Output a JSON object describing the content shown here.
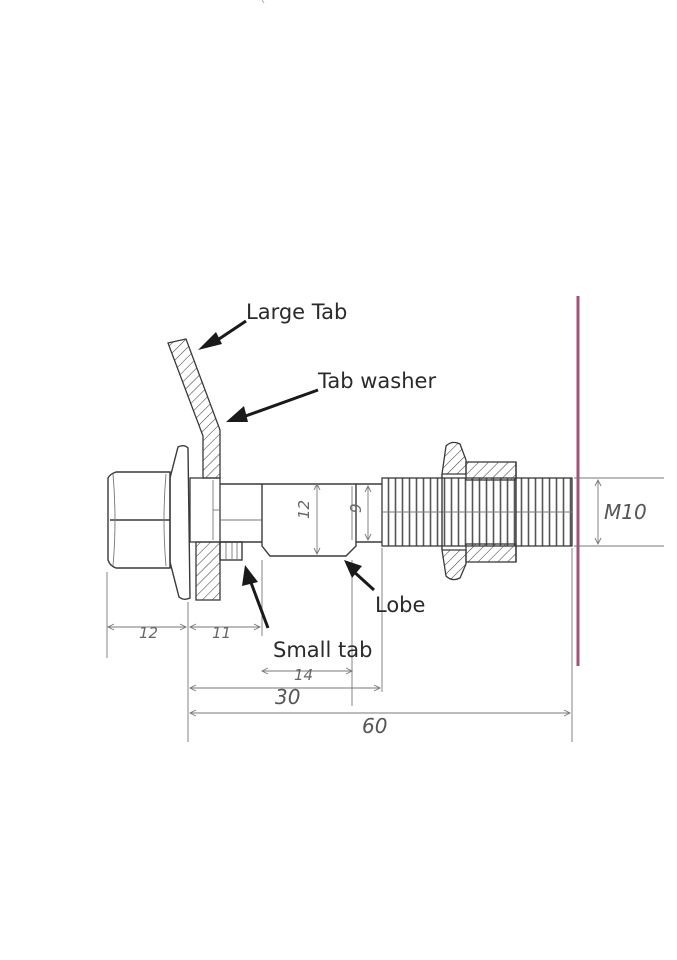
{
  "callouts": {
    "large_tab": "Large Tab",
    "tab_washer": "Tab washer",
    "lobe": "Lobe",
    "small_tab": "Small tab"
  },
  "dimensions": {
    "head_length": "12",
    "washer_stack": "11",
    "lobe_length": "14",
    "to_thread": "30",
    "overall": "60",
    "lobe_diameter": "12",
    "shank_diameter": "9",
    "thread_size": "M10"
  },
  "colors": {
    "end_line": "#a0527a",
    "ink": "#2a2a2a"
  }
}
